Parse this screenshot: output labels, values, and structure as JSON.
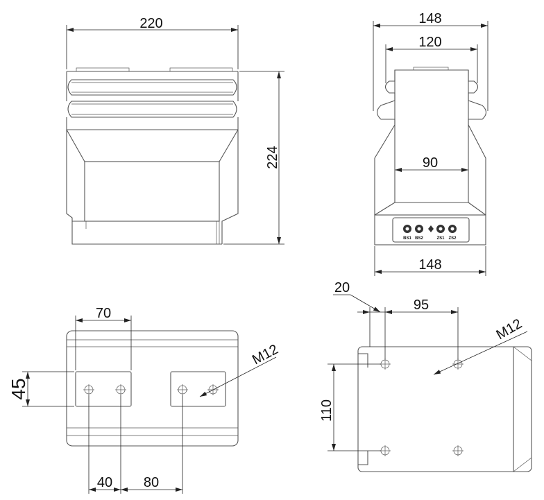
{
  "dimensions": {
    "front_width": "220",
    "front_height": "224",
    "side_top_width": "148",
    "side_inner_width": "120",
    "side_core_width": "90",
    "side_base_width": "148",
    "bottom_pad_width": "70",
    "bottom_pad_height": "45",
    "bottom_hole_pitch": "40",
    "bottom_pad_gap": "80",
    "bottom_thread": "M12",
    "base_offset": "20",
    "base_hole_pitch_x": "95",
    "base_hole_pitch_y": "110",
    "base_thread": "M12"
  },
  "terminals": [
    "BS1",
    "BS2",
    "ZS1",
    "ZS2"
  ],
  "colors": {
    "outline": "#555555",
    "dimension": "#222222",
    "terminal": "#333333"
  }
}
